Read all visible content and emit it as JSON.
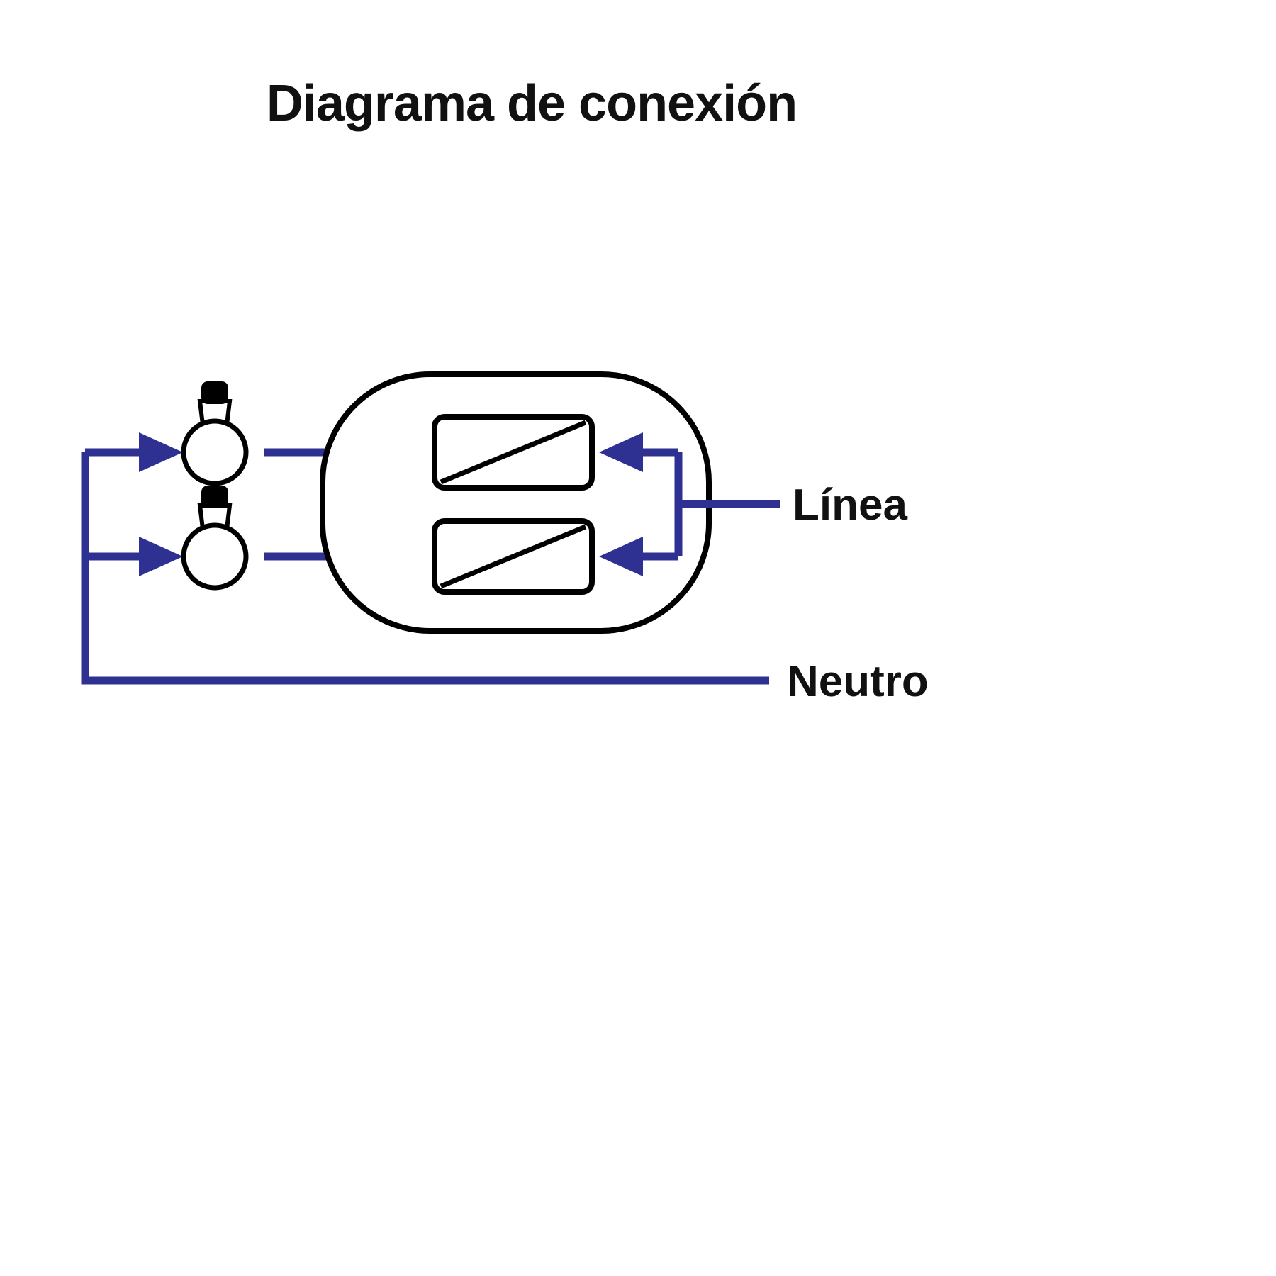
{
  "title": "Diagrama de conexión",
  "labels": {
    "linea": "Línea",
    "neutro": "Neutro"
  },
  "colors": {
    "wire": "#2e3192",
    "outline": "#000000",
    "text": "#111111",
    "background": "#ffffff"
  }
}
